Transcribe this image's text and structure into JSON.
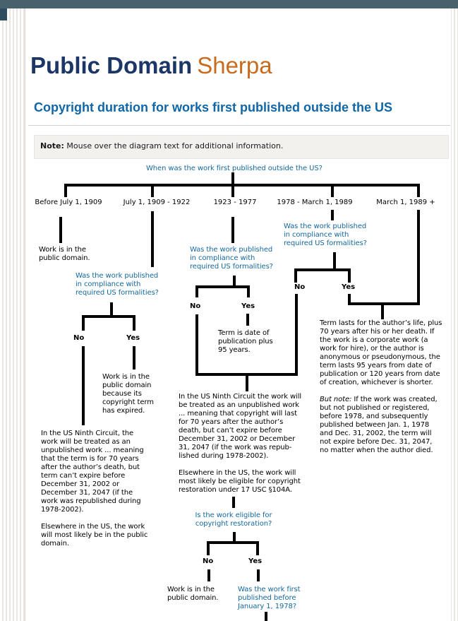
{
  "site": {
    "logo_part1": "Public Domain",
    "logo_part2": "Sherpa",
    "heading": "Copyright duration for works first published outside the US",
    "note_label": "Note:",
    "note_text": "Mouse over the diagram text for additional information."
  },
  "colors": {
    "top_bar": "#47626d",
    "logo_blue": "#1c3668",
    "logo_orange": "#c96b1f",
    "heading_blue": "#1066a6",
    "question_blue": "#15689e",
    "line_color": "#000000",
    "note_background": "#f2f1ee"
  },
  "diagram": {
    "root_question": "When was the work first published outside the US?",
    "branch_labels": [
      "Before July 1, 1909",
      "July 1, 1909 - 1922",
      "1923 - 1977",
      "1978 - March 1, 1989",
      "March 1, 1989 +"
    ],
    "no": "No",
    "yes": "Yes",
    "work_public_domain": "Work is in the\npublic domain.",
    "q_formalities": "Was the work published\nin compliance with\nrequired US formalities?",
    "b2_yes_result": "Work is in the\npublic domain\nbecause its\ncopyright term\nhas expired.",
    "b2_no_result_p1": "In the US Ninth Circuit, the\nwork will be treated as an\nunpublished work ... meaning\nthat the term is for 70 years\nafter the author’s death, but\nterm can’t expire before\nDecember 31, 2002 or\nDecember 31, 2047 (if the\nwork was republished during\n1978-2002).",
    "b2_no_result_p2": "Elsewhere in the US, the work\nwill most likely be in the public\ndomain.",
    "b3_yes_result": "Term is date of\npublication plus\n95 years.",
    "mid_result_p1": "In the US Ninth Circuit the work will\nbe treated as an unpublished work\n... meaning that copyright will last\nfor 70 years after the author’s\ndeath, but can’t expire before\nDecember 31, 2002 or December\n31, 2047 (if the work was repub-\nlished during 1978-2002).",
    "mid_result_p2": "Elsewhere in the US, the work will\nmost likely be eligible for copyright\nrestoration under 17 USC §104A.",
    "right_result_p1": "Term lasts for the author’s life, plus\n70 years after his or her death.  If\nthe work is a corporate work (a\nwork for hire), or the author is\nanonymous or pseudonymous, the\nterm lasts 95 years from date of\npublication or 120 years from date\nof creation, whichever is shorter.",
    "right_note_label": "But note:",
    "right_note_rest": " If the work was created,\nbut not published or registered,\nbefore 1978, and subsequently\npublished between Jan. 1, 1978\nand Dec. 31, 2002, the term will\nnot expire before Dec. 31, 2047,\nno matter when the author died.",
    "q_restoration": "Is the work eligible for\ncopyright restoration?",
    "q_before_1978": "Was the work first\npublished before\nJanuary 1, 1978?"
  }
}
